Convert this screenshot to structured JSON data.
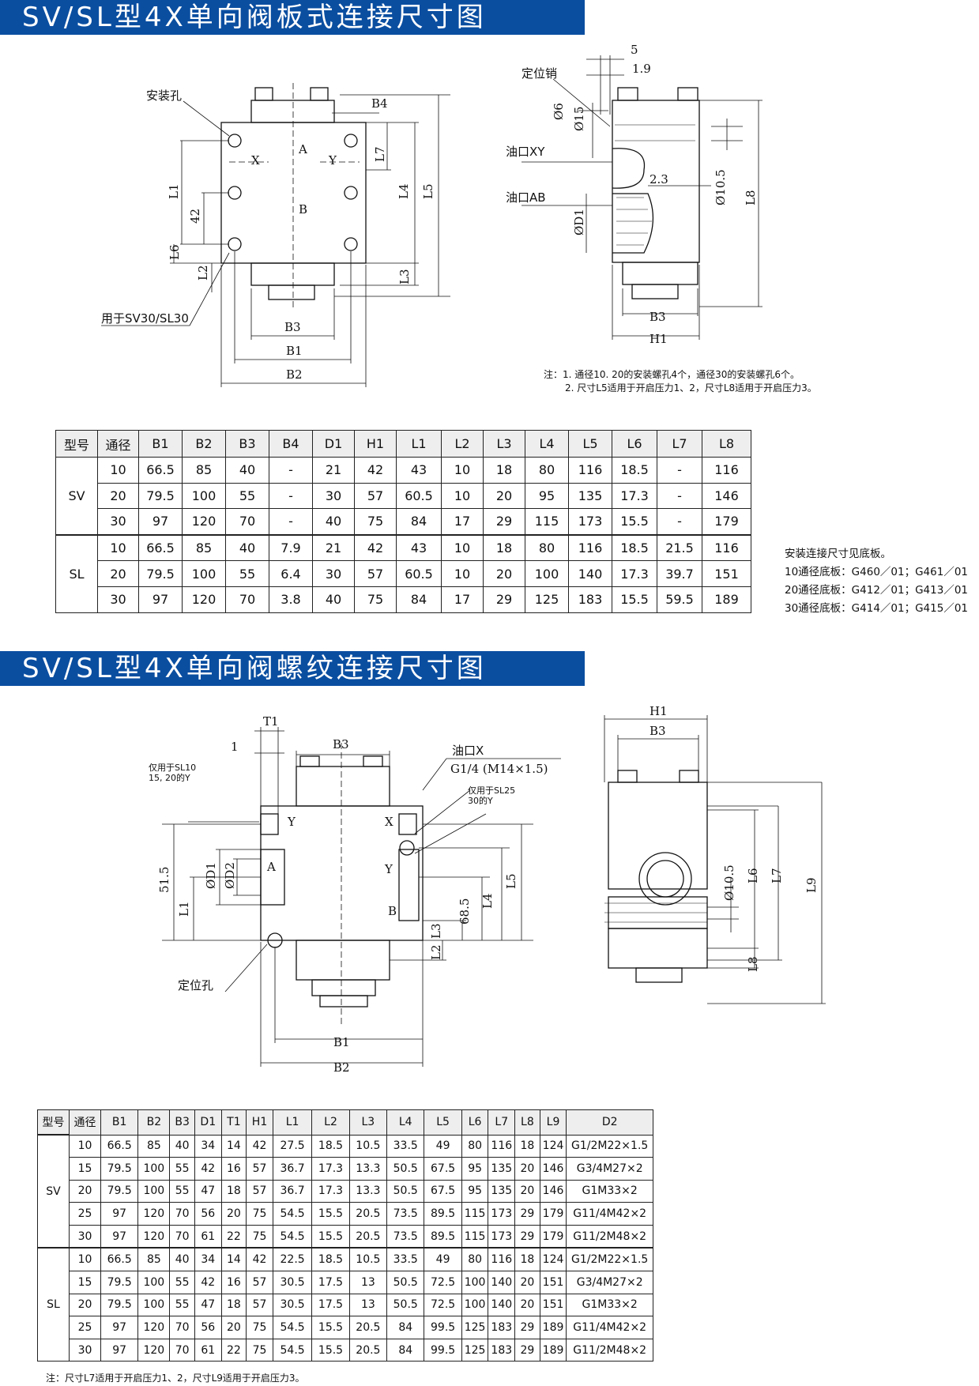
{
  "section1": {
    "title": "SV/SL型4X单向阀板式连接尺寸图",
    "front_labels": {
      "mount_hole": "安装孔",
      "for_sv30": "用于SV30/SL30",
      "x": "X",
      "a": "A",
      "y": "Y",
      "b": "B",
      "b4": "B4",
      "l7": "L7",
      "l4": "L4",
      "l5": "L5",
      "l1": "L1",
      "d42": "42",
      "l6": "L6",
      "l2": "L2",
      "l3": "L3",
      "b3": "B3",
      "b1": "B1",
      "b2": "B2"
    },
    "side_labels": {
      "pin": "定位销",
      "d5": "5",
      "d19": "1.9",
      "phi6": "Ø6",
      "phi15": "Ø15",
      "port_xy": "油口XY",
      "d23": "2.3",
      "port_ab": "油口AB",
      "phid1": "ØD1",
      "phi105": "Ø10.5",
      "l8": "L8",
      "b3": "B3",
      "h1": "H1"
    },
    "notes": [
      "注：1. 通径10. 20的安装螺孔4个，通径30的安装螺孔6个。",
      "2. 尺寸L5适用于开启压力1、2，尺寸L8适用于开启压力3。"
    ],
    "table": {
      "headers": [
        "型号",
        "通径",
        "B1",
        "B2",
        "B3",
        "B4",
        "D1",
        "H1",
        "L1",
        "L2",
        "L3",
        "L4",
        "L5",
        "L6",
        "L7",
        "L8"
      ],
      "groups": [
        {
          "model": "SV",
          "rows": [
            [
              "10",
              "66.5",
              "85",
              "40",
              "-",
              "21",
              "42",
              "43",
              "10",
              "18",
              "80",
              "116",
              "18.5",
              "-",
              "116"
            ],
            [
              "20",
              "79.5",
              "100",
              "55",
              "-",
              "30",
              "57",
              "60.5",
              "10",
              "20",
              "95",
              "135",
              "17.3",
              "-",
              "146"
            ],
            [
              "30",
              "97",
              "120",
              "70",
              "-",
              "40",
              "75",
              "84",
              "17",
              "29",
              "115",
              "173",
              "15.5",
              "-",
              "179"
            ]
          ]
        },
        {
          "model": "SL",
          "rows": [
            [
              "10",
              "66.5",
              "85",
              "40",
              "7.9",
              "21",
              "42",
              "43",
              "10",
              "18",
              "80",
              "116",
              "18.5",
              "21.5",
              "116"
            ],
            [
              "20",
              "79.5",
              "100",
              "55",
              "6.4",
              "30",
              "57",
              "60.5",
              "10",
              "20",
              "100",
              "140",
              "17.3",
              "39.7",
              "151"
            ],
            [
              "30",
              "97",
              "120",
              "70",
              "3.8",
              "40",
              "75",
              "84",
              "17",
              "29",
              "125",
              "183",
              "15.5",
              "59.5",
              "189"
            ]
          ]
        }
      ]
    },
    "side_note": [
      "安装连接尺寸见底板。",
      "10通径底板：G460／01；G461／01",
      "20通径底板：G412／01；G413／01",
      "30通径底板：G414／01；G415／01"
    ]
  },
  "section2": {
    "title": "SV/SL型4X单向阀螺纹连接尺寸图",
    "front_labels": {
      "t1": "T1",
      "d1": "1",
      "b3": "B3",
      "port_x": "油口X",
      "thread": "G1/4 (M14×1.5)",
      "only_sl10": "仅用于SL10",
      "only_sl10b": "15, 20的Y",
      "only_sl25": "仅用于SL25",
      "only_sl25b": "30的Y",
      "y": "Y",
      "x": "X",
      "a": "A",
      "y2": "Y",
      "b": "B",
      "d515": "51.5",
      "l1": "L1",
      "phid1": "ØD1",
      "phid2": "ØD2",
      "d685": "68.5",
      "l4": "L4",
      "l5": "L5",
      "l3": "L3",
      "l2": "L2",
      "locate": "定位孔",
      "b1": "B1",
      "b2": "B2"
    },
    "side_labels": {
      "h1": "H1",
      "b3": "B3",
      "phi105": "Ø10.5",
      "l6": "L6",
      "l7": "L7",
      "l9": "L9",
      "l8": "L8"
    },
    "table": {
      "headers": [
        "型号",
        "通径",
        "B1",
        "B2",
        "B3",
        "D1",
        "T1",
        "H1",
        "L1",
        "L2",
        "L3",
        "L4",
        "L5",
        "L6",
        "L7",
        "L8",
        "L9",
        "D2"
      ],
      "groups": [
        {
          "model": "SV",
          "rows": [
            [
              "10",
              "66.5",
              "85",
              "40",
              "34",
              "14",
              "42",
              "27.5",
              "18.5",
              "10.5",
              "33.5",
              "49",
              "80",
              "116",
              "18",
              "124",
              "G1/2M22×1.5"
            ],
            [
              "15",
              "79.5",
              "100",
              "55",
              "42",
              "16",
              "57",
              "36.7",
              "17.3",
              "13.3",
              "50.5",
              "67.5",
              "95",
              "135",
              "20",
              "146",
              "G3/4M27×2"
            ],
            [
              "20",
              "79.5",
              "100",
              "55",
              "47",
              "18",
              "57",
              "36.7",
              "17.3",
              "13.3",
              "50.5",
              "67.5",
              "95",
              "135",
              "20",
              "146",
              "G1M33×2"
            ],
            [
              "25",
              "97",
              "120",
              "70",
              "56",
              "20",
              "75",
              "54.5",
              "15.5",
              "20.5",
              "73.5",
              "89.5",
              "115",
              "173",
              "29",
              "179",
              "G11/4M42×2"
            ],
            [
              "30",
              "97",
              "120",
              "70",
              "61",
              "22",
              "75",
              "54.5",
              "15.5",
              "20.5",
              "73.5",
              "89.5",
              "115",
              "173",
              "29",
              "179",
              "G11/2M48×2"
            ]
          ]
        },
        {
          "model": "SL",
          "rows": [
            [
              "10",
              "66.5",
              "85",
              "40",
              "34",
              "14",
              "42",
              "22.5",
              "18.5",
              "10.5",
              "33.5",
              "49",
              "80",
              "116",
              "18",
              "124",
              "G1/2M22×1.5"
            ],
            [
              "15",
              "79.5",
              "100",
              "55",
              "42",
              "16",
              "57",
              "30.5",
              "17.5",
              "13",
              "50.5",
              "72.5",
              "100",
              "140",
              "20",
              "151",
              "G3/4M27×2"
            ],
            [
              "20",
              "79.5",
              "100",
              "55",
              "47",
              "18",
              "57",
              "30.5",
              "17.5",
              "13",
              "50.5",
              "72.5",
              "100",
              "140",
              "20",
              "151",
              "G1M33×2"
            ],
            [
              "25",
              "97",
              "120",
              "70",
              "56",
              "20",
              "75",
              "54.5",
              "15.5",
              "20.5",
              "84",
              "99.5",
              "125",
              "183",
              "29",
              "189",
              "G11/4M42×2"
            ],
            [
              "30",
              "97",
              "120",
              "70",
              "61",
              "22",
              "75",
              "54.5",
              "15.5",
              "20.5",
              "84",
              "99.5",
              "125",
              "183",
              "29",
              "189",
              "G11/2M48×2"
            ]
          ]
        }
      ]
    },
    "footnote": "注：尺寸L7适用于开启压力1、2，尺寸L9适用于开启压力3。"
  }
}
